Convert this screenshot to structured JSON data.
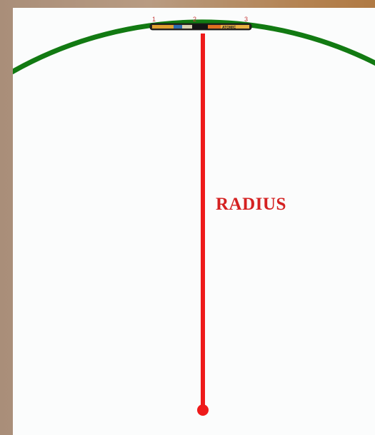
{
  "labels": {
    "radius": "RADIUS",
    "points": [
      "1",
      "2",
      "3"
    ],
    "ski_brand": "ATOMIC"
  },
  "colors": {
    "arc": "#127a12",
    "radius_line": "#ee1a1a",
    "label": "#d42121",
    "background_frame": "#b18a66",
    "panel": "#fbfcfc"
  },
  "icons": {
    "ski": "ski-icon",
    "center_point": "center-dot-icon"
  }
}
